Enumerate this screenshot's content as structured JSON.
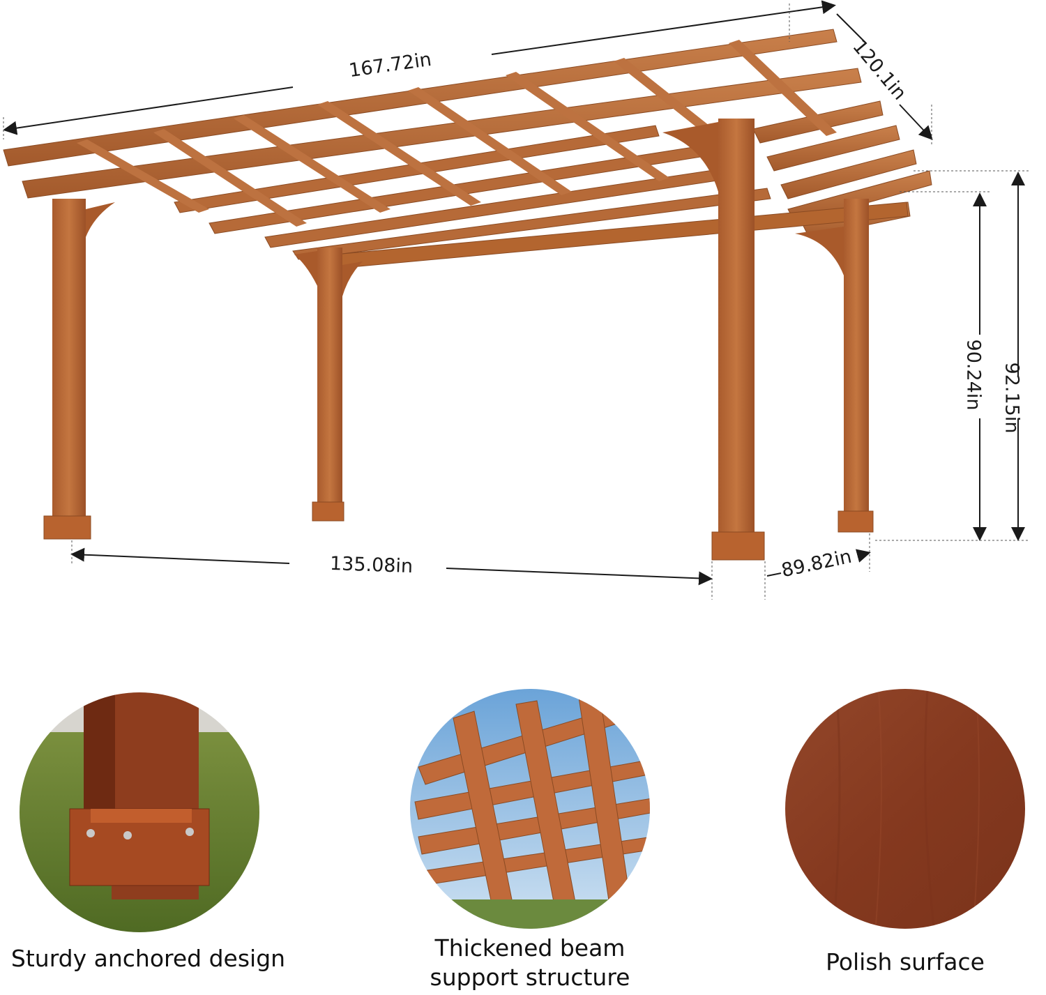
{
  "dimensions": {
    "overall_length": "167.72in",
    "overall_width": "120.1in",
    "overall_height": "92.15in",
    "clear_height": "90.24in",
    "post_span_length": "135.08in",
    "post_span_width": "89.82in"
  },
  "features": [
    {
      "label": "Sturdy anchored design"
    },
    {
      "label_line1": "Thickened beam",
      "label_line2": "support structure"
    },
    {
      "label": "Polish surface"
    }
  ],
  "colors": {
    "wood": "#b8693a",
    "wood_dark": "#8f4b23",
    "wood_light": "#c77a47",
    "polish": "#8a3f22"
  }
}
